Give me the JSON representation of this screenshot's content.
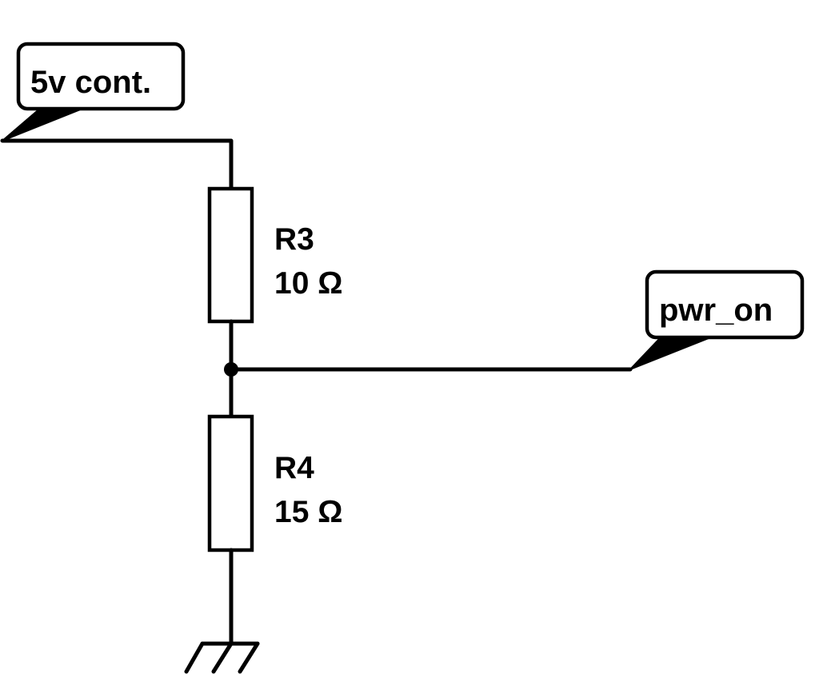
{
  "net_labels": {
    "supply": "5v cont.",
    "output": "pwr_on"
  },
  "components": {
    "r3": {
      "designator": "R3",
      "value": "10 Ω"
    },
    "r4": {
      "designator": "R4",
      "value": "15 Ω"
    }
  },
  "symbols": {
    "ground": "ground-icon",
    "junction": "junction-dot"
  },
  "colors": {
    "ink": "#000000",
    "background": "#ffffff"
  }
}
